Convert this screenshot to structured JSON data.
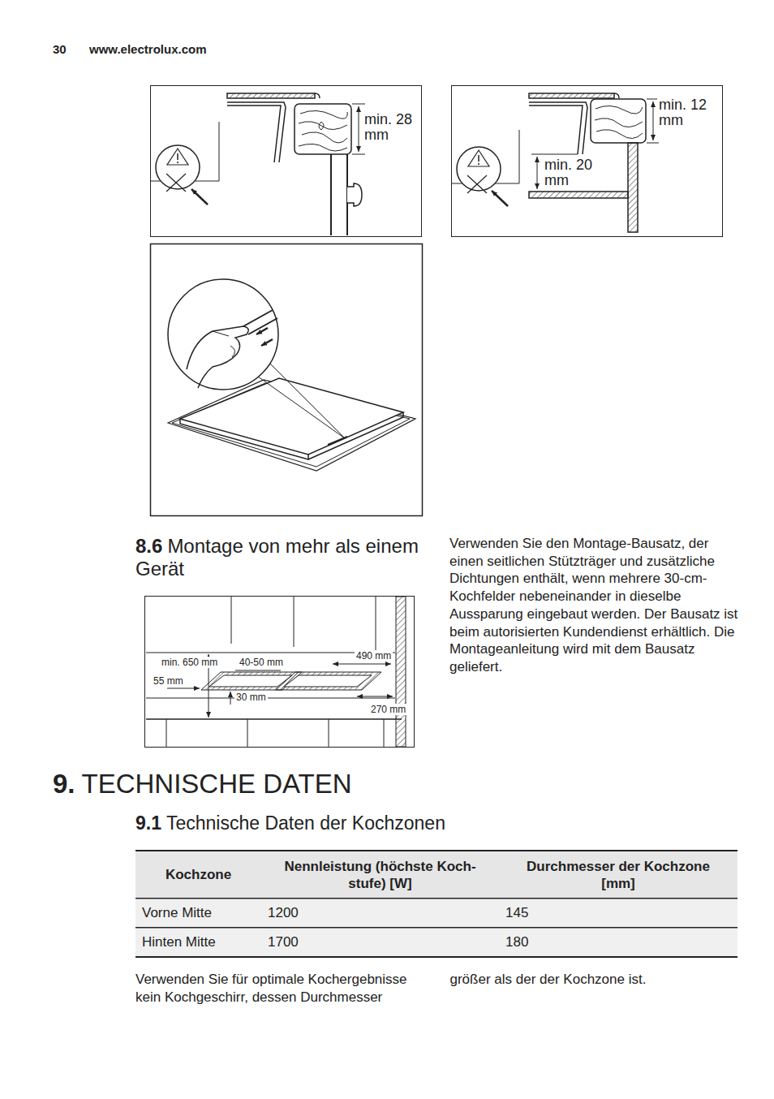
{
  "diagram": {
    "nodes": [
      {
        "text": [
          "min. 28 mm"
        ]
      },
      {
        "text": [
          "min. 12 mm",
          "min. 20 mm"
        ]
      },
      {
        "text": [
          "min. 650 mm",
          "40-50 mm",
          "490 mm",
          "55 mm",
          "30 mm",
          "270 mm"
        ]
      }
    ],
    "labels": [
      "30",
      "www.electrolux.com",
      "8.6",
      "Montage von mehr als einem Gerät",
      "Verwenden Sie den Montage-Bausatz, der einen seitlichen Stützträger und zusätzliche Dichtungen enthält, wenn mehrere 30-cm-Kochfelder nebeneinander in dieselbe Aussparung eingebaut werden. Der Bausatz ist beim autorisierten Kundendienst erhältlich. Die Montageanleitung wird mit dem Bausatz geliefert.",
      "9.",
      "TECHNISCHE DATEN",
      "9.1",
      "Technische Daten der Kochzonen",
      "Kochzone",
      "Nennleistung (höchste Koch- stufe) [W]",
      "Durchmesser der Kochzone [mm]",
      "Vorne Mitte",
      "1200",
      "145",
      "Hinten Mitte",
      "1700",
      "180",
      "Verwenden Sie für optimale Kochergebnisse kein Kochgeschirr, dessen Durchmesser größer als der der Kochzone ist."
    ]
  }
}
